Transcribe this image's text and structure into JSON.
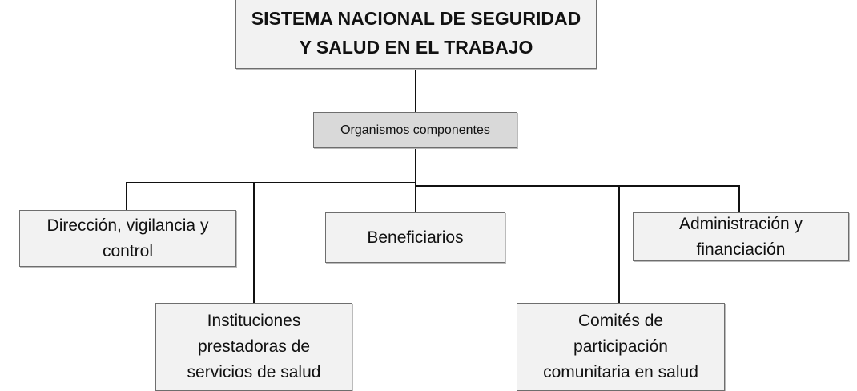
{
  "root": {
    "line1": "SISTEMA NACIONAL DE SEGURIDAD",
    "line2": "Y SALUD EN EL TRABAJO"
  },
  "group": {
    "label": "Organismos componentes"
  },
  "components": [
    {
      "lines": [
        "Dirección, vigilancia y",
        "control"
      ]
    },
    {
      "lines": [
        "Beneficiarios"
      ]
    },
    {
      "lines": [
        "Administración y",
        "financiación"
      ]
    },
    {
      "lines": [
        "Instituciones",
        "prestadoras de",
        "servicios de salud"
      ]
    },
    {
      "lines": [
        "Comités de",
        "participación",
        "comunitaria en salud"
      ]
    }
  ]
}
